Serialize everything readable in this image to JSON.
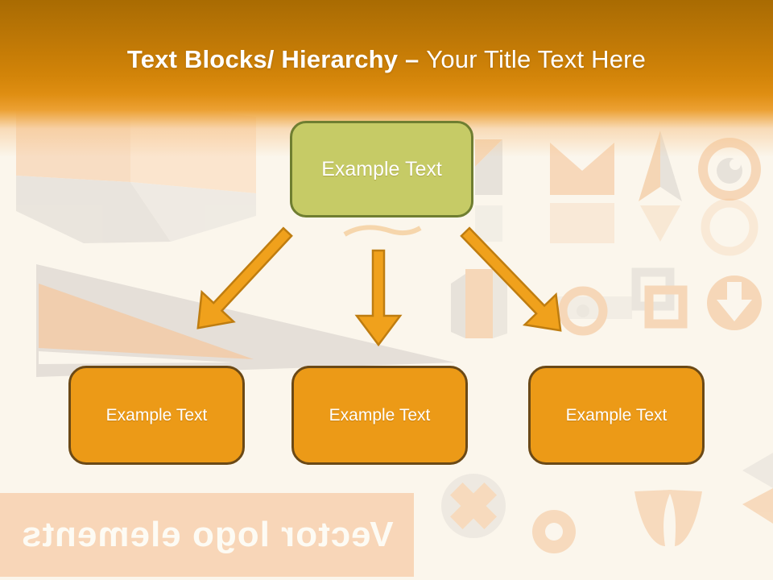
{
  "slide_title": {
    "bold_part": "Text Blocks/ Hierarchy – ",
    "regular_part": "Your Title Text Here"
  },
  "diagram": {
    "root_box": {
      "label": "Example Text"
    },
    "child_boxes": [
      {
        "label": "Example Text"
      },
      {
        "label": "Example Text"
      },
      {
        "label": "Example Text"
      }
    ]
  },
  "watermark": {
    "text": "Vector logo elements"
  },
  "colors": {
    "header_orange_dark": "#a96b02",
    "header_orange": "#d28409",
    "background_cream": "#fbf6ec",
    "root_box_fill": "#c6cb66",
    "root_box_border": "#6f7e31",
    "child_box_fill": "#ec9a17",
    "child_box_border": "#6b4916",
    "arrow_fill": "#f0a11c",
    "arrow_border": "#bf7d10",
    "watermark_band": "#f8d6b8",
    "title_text": "#ffffff"
  }
}
